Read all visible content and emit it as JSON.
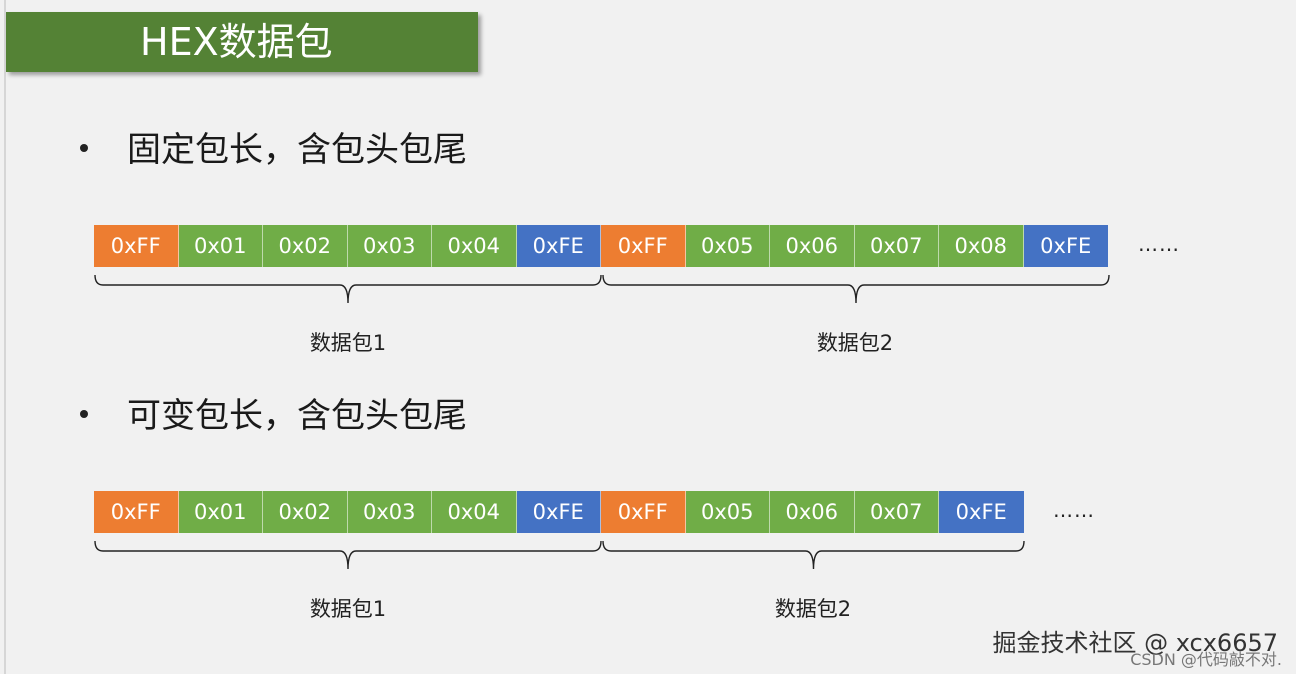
{
  "title": "HEX数据包",
  "colors": {
    "title_bg": "#548235",
    "header": "#ED7D31",
    "data": "#70AD47",
    "tail": "#4472C4"
  },
  "sections": [
    {
      "bullet": "固定包长，含包头包尾",
      "cells": [
        {
          "text": "0xFF",
          "kind": "header"
        },
        {
          "text": "0x01",
          "kind": "data"
        },
        {
          "text": "0x02",
          "kind": "data"
        },
        {
          "text": "0x03",
          "kind": "data"
        },
        {
          "text": "0x04",
          "kind": "data"
        },
        {
          "text": "0xFE",
          "kind": "tail"
        },
        {
          "text": "0xFF",
          "kind": "header"
        },
        {
          "text": "0x05",
          "kind": "data"
        },
        {
          "text": "0x06",
          "kind": "data"
        },
        {
          "text": "0x07",
          "kind": "data"
        },
        {
          "text": "0x08",
          "kind": "data"
        },
        {
          "text": "0xFE",
          "kind": "tail"
        }
      ],
      "ellipsis": "……",
      "packets": [
        {
          "label": "数据包1"
        },
        {
          "label": "数据包2"
        }
      ]
    },
    {
      "bullet": "可变包长，含包头包尾",
      "cells": [
        {
          "text": "0xFF",
          "kind": "header"
        },
        {
          "text": "0x01",
          "kind": "data"
        },
        {
          "text": "0x02",
          "kind": "data"
        },
        {
          "text": "0x03",
          "kind": "data"
        },
        {
          "text": "0x04",
          "kind": "data"
        },
        {
          "text": "0xFE",
          "kind": "tail"
        },
        {
          "text": "0xFF",
          "kind": "header"
        },
        {
          "text": "0x05",
          "kind": "data"
        },
        {
          "text": "0x06",
          "kind": "data"
        },
        {
          "text": "0x07",
          "kind": "data"
        },
        {
          "text": "0xFE",
          "kind": "tail"
        }
      ],
      "ellipsis": "……",
      "packets": [
        {
          "label": "数据包1"
        },
        {
          "label": "数据包2"
        }
      ]
    }
  ],
  "watermark": "掘金技术社区 @ xcx6657",
  "watermark_sub": "CSDN @代码敲不对."
}
